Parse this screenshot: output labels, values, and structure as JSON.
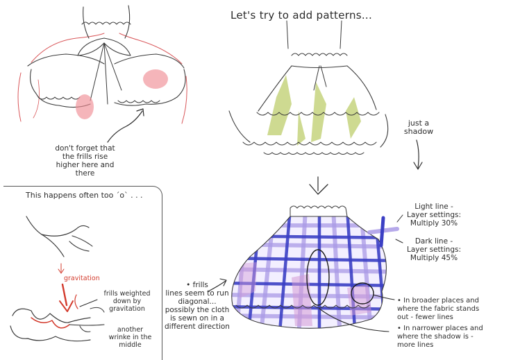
{
  "title": "Let's try to add patterns...",
  "notes": {
    "frills_rise": [
      "don't forget that",
      "the frills rise",
      "higher here and",
      "there"
    ],
    "just_shadow": [
      "just a",
      "shadow"
    ],
    "light_line": [
      "Light line -",
      "Layer settings:",
      "Multiply 30%"
    ],
    "dark_line": [
      "Dark line -",
      "Layer settings:",
      "Multiply 45%"
    ],
    "frills_diagonal": [
      "• frills",
      "lines seem to run",
      "diagonal...",
      "possibly the cloth",
      "is sewn on in a",
      "different direction"
    ],
    "broader": [
      "• In broader places and",
      "where the fabric stands",
      "out - fewer lines"
    ],
    "narrower": [
      "• In narrower places and",
      "where the shadow is -",
      "more lines"
    ]
  },
  "panel": {
    "header": "This happens often too ´o` . . .",
    "gravitation": "gravitation",
    "weighted": [
      "frills weighted",
      "down by",
      "gravitation"
    ],
    "wrinkle": [
      "another",
      "wrinke in the",
      "middle"
    ]
  },
  "colors": {
    "red_sketch": "#d9575a",
    "pink_blush": "#f08d95",
    "shadow_green": "#c6d47e",
    "light_plaid": "#a99ae6",
    "dark_plaid": "#3b3fc4",
    "pink_shadow": "#d39bd6",
    "line_art": "#3a3a3a"
  }
}
